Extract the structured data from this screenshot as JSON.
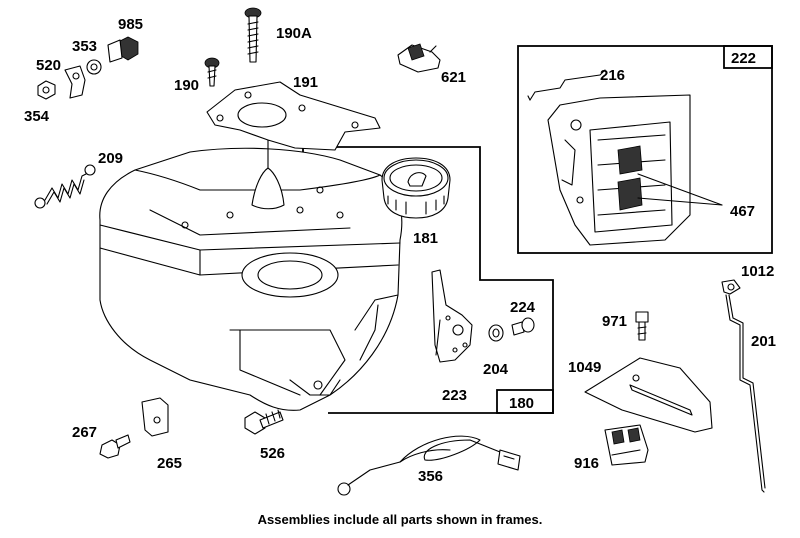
{
  "parts": [
    {
      "id": "p985",
      "label": "985"
    },
    {
      "id": "p353",
      "label": "353"
    },
    {
      "id": "p520",
      "label": "520"
    },
    {
      "id": "p354",
      "label": "354"
    },
    {
      "id": "p190A",
      "label": "190A"
    },
    {
      "id": "p190",
      "label": "190"
    },
    {
      "id": "p191",
      "label": "191"
    },
    {
      "id": "p621",
      "label": "621"
    },
    {
      "id": "p209",
      "label": "209"
    },
    {
      "id": "p181",
      "label": "181"
    },
    {
      "id": "p224",
      "label": "224"
    },
    {
      "id": "p204",
      "label": "204"
    },
    {
      "id": "p223",
      "label": "223"
    },
    {
      "id": "p180",
      "label": "180"
    },
    {
      "id": "p216",
      "label": "216"
    },
    {
      "id": "p222",
      "label": "222"
    },
    {
      "id": "p467",
      "label": "467"
    },
    {
      "id": "p1012",
      "label": "1012"
    },
    {
      "id": "p971",
      "label": "971"
    },
    {
      "id": "p201",
      "label": "201"
    },
    {
      "id": "p1049",
      "label": "1049"
    },
    {
      "id": "p267",
      "label": "267"
    },
    {
      "id": "p265",
      "label": "265"
    },
    {
      "id": "p526",
      "label": "526"
    },
    {
      "id": "p356",
      "label": "356"
    },
    {
      "id": "p916",
      "label": "916"
    }
  ],
  "caption": "Assemblies include all parts shown in frames."
}
